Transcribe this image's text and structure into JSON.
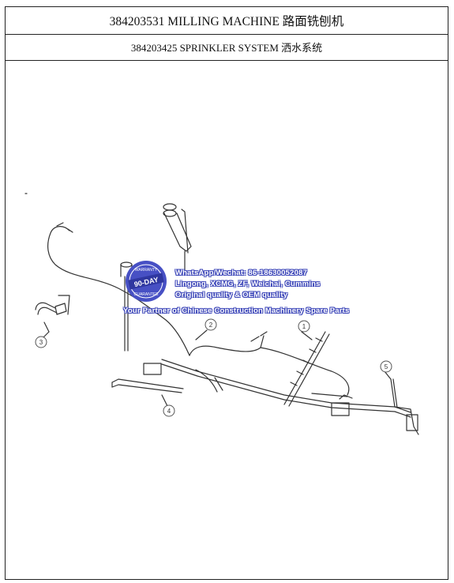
{
  "header": {
    "title": "384203531 MILLING MACHINE 路面铣刨机",
    "subtitle": "384203425 SPRINKLER SYSTEM 洒水系统"
  },
  "callouts": [
    "1",
    "2",
    "3",
    "4",
    "5"
  ],
  "watermark": {
    "contact": "WhatsApp/Wechat: 86-18630052087",
    "brands": "Lingong, XCMG, ZF, Weichai, Cummins",
    "quality": "Original quality & OEM quality",
    "slogan": "Your Partner of Chinese Construction Machinery Spare Parts",
    "badge_text": "90-DAY",
    "badge_top": "WARRANTY",
    "badge_bottom": "GUARANTEE"
  },
  "colors": {
    "line": "#333333",
    "border": "#222222",
    "watermark_blue": "#3b45b8",
    "badge_blue": "#4750c4"
  }
}
